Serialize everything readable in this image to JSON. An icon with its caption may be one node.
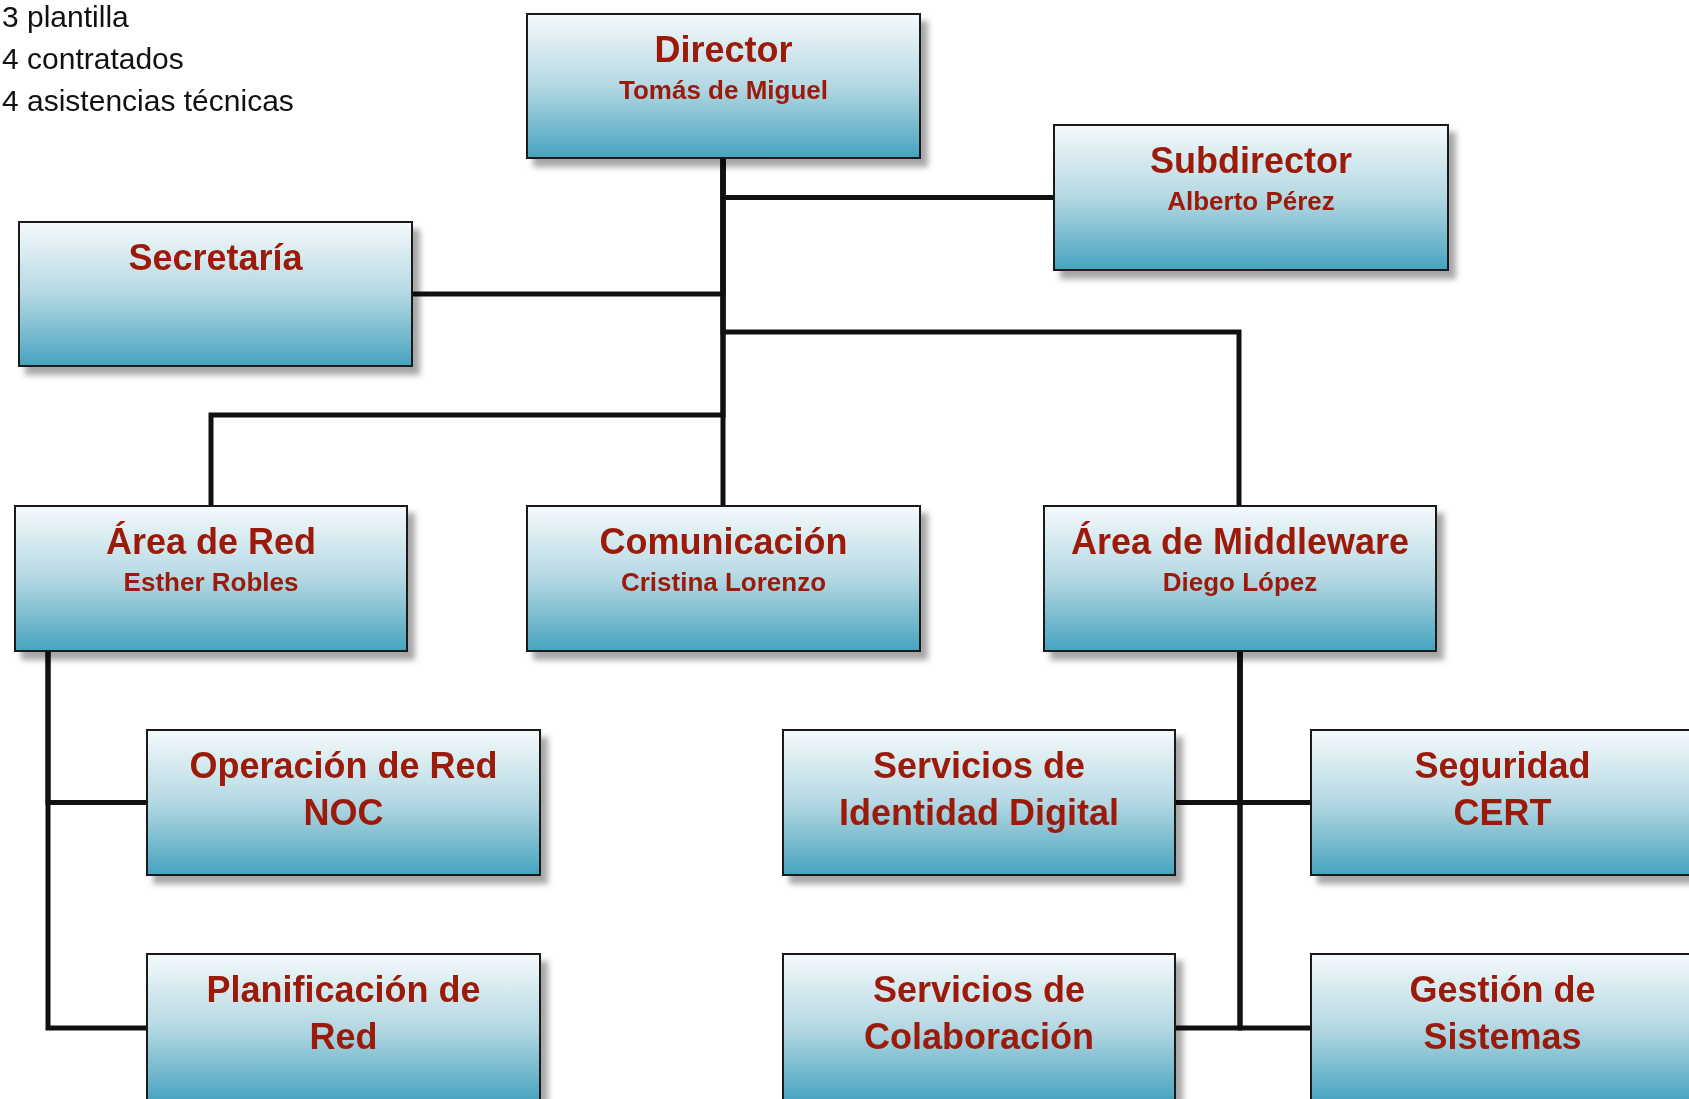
{
  "diagram": {
    "nodes": [
      {
        "text": [
          "Director",
          "Tomás de Miguel"
        ]
      },
      {
        "text": [
          "Subdirector",
          "Alberto Pérez"
        ]
      },
      {
        "text": [
          "Secretaría"
        ]
      },
      {
        "text": [
          "Área de Red",
          "Esther Robles"
        ]
      },
      {
        "text": [
          "Comunicación",
          "Cristina Lorenzo"
        ]
      },
      {
        "text": [
          "Área de Middleware",
          "Diego López"
        ]
      },
      {
        "text": [
          "Operación de Red NOC"
        ]
      },
      {
        "text": [
          "Planificación de Red"
        ]
      },
      {
        "text": [
          "Servicios de Identidad Digital"
        ]
      },
      {
        "text": [
          "Seguridad CERT"
        ]
      },
      {
        "text": [
          "Servicios de Colaboración"
        ]
      },
      {
        "text": [
          "Gestión de Sistemas"
        ]
      }
    ],
    "edges": [
      {
        "from": 0,
        "to": 1,
        "arrow": "none"
      },
      {
        "from": 0,
        "to": 2,
        "arrow": "none"
      },
      {
        "from": 0,
        "to": 5,
        "arrow": "none"
      },
      {
        "from": 0,
        "to": 3,
        "arrow": "none"
      },
      {
        "from": 0,
        "to": 4,
        "arrow": "none"
      },
      {
        "from": 3,
        "to": 6,
        "arrow": "none"
      },
      {
        "from": 3,
        "to": 7,
        "arrow": "none"
      },
      {
        "from": 5,
        "to": 8,
        "arrow": "none"
      },
      {
        "from": 5,
        "to": 9,
        "arrow": "none"
      },
      {
        "from": 5,
        "to": 10,
        "arrow": "none"
      },
      {
        "from": 5,
        "to": 11,
        "arrow": "none"
      }
    ],
    "labels": [
      "3 plantilla",
      "4 contratados",
      "4 asistencias técnicas"
    ]
  }
}
